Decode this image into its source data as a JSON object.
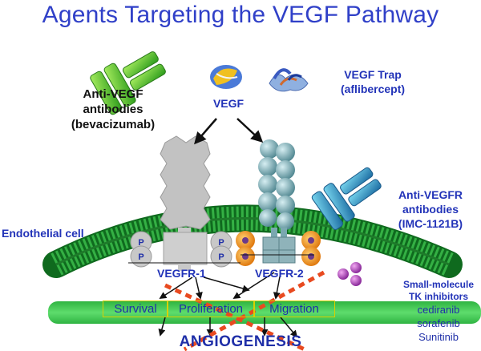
{
  "title": "Agents Targeting the VEGF Pathway",
  "drugs": {
    "anti_vegf": [
      "Anti-VEGF",
      "antibodies",
      "(bevacizumab)"
    ],
    "vegf": "VEGF",
    "vegf_trap": [
      "VEGF Trap",
      "(aflibercept)"
    ],
    "anti_vegfr": [
      "Anti-VEGFR",
      "antibodies",
      "(IMC-1121B)"
    ],
    "small_molecule": [
      "Small-molecule",
      "TK inhibitors"
    ],
    "tki_list": [
      "cediranib",
      "sorafenib",
      "Sunitinib"
    ]
  },
  "cell_label": "Endothelial cell",
  "receptors": {
    "vegfr1": "VEGFR-1",
    "vegfr2": "VEGFR-2",
    "phospho": "P"
  },
  "outcomes": [
    "Survival",
    "Proliferation",
    "Migration"
  ],
  "result": "ANGIOGENESIS",
  "colors": {
    "title": "#3040c8",
    "label_blue": "#2233b8",
    "membrane": "#1f9a30",
    "cytoplasm_band": "#33c84a",
    "vegfr1": "#bdbdbd",
    "vegfr2": "#6fa0a8",
    "inhibition_x": "#e84a20"
  }
}
